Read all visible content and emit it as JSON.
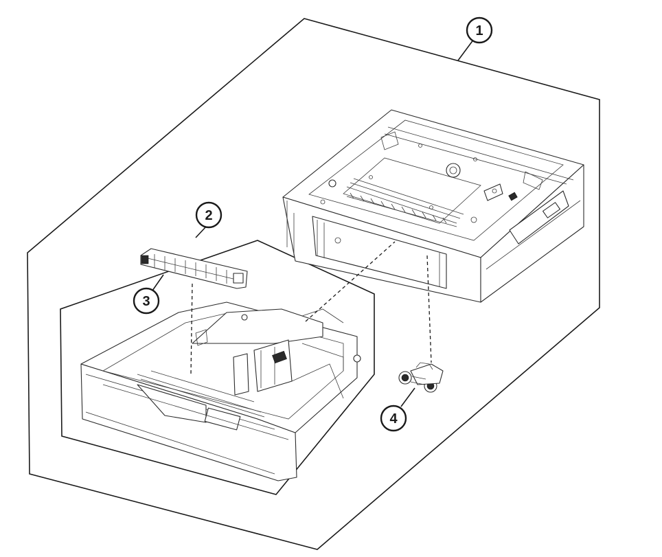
{
  "callouts": [
    {
      "id": "1",
      "label": "1"
    },
    {
      "id": "2",
      "label": "2"
    },
    {
      "id": "3",
      "label": "3"
    },
    {
      "id": "4",
      "label": "4"
    }
  ],
  "parts": {
    "tray_assembly": "tray-assembly",
    "paper_tray": "paper-tray",
    "separator_pad": "separator-pad",
    "pick_roller": "pick-roller"
  }
}
